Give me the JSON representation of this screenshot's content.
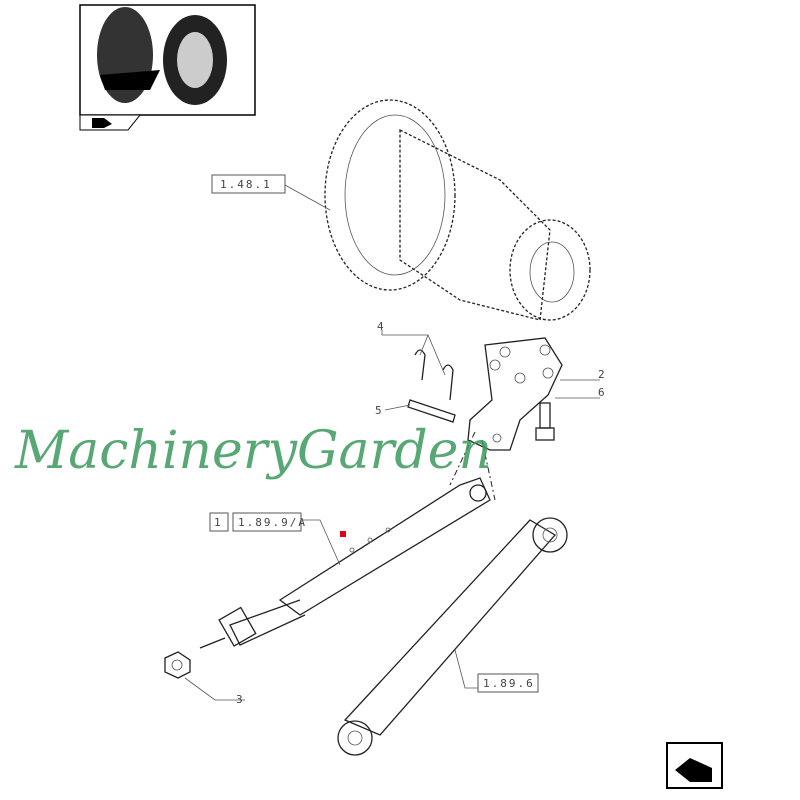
{
  "diagram": {
    "callouts": {
      "transmission_ref": "1.48.1",
      "item_4": "4",
      "item_2": "2",
      "item_6": "6",
      "item_5": "5",
      "item_1": "1",
      "top_link_ref": "1.89.9/A",
      "item_3": "3",
      "lift_arm_ref": "1.89.6"
    },
    "watermark": "MachineryGarden",
    "colors": {
      "watermark": "#3a9a5c",
      "marker": "#e0001b"
    }
  }
}
